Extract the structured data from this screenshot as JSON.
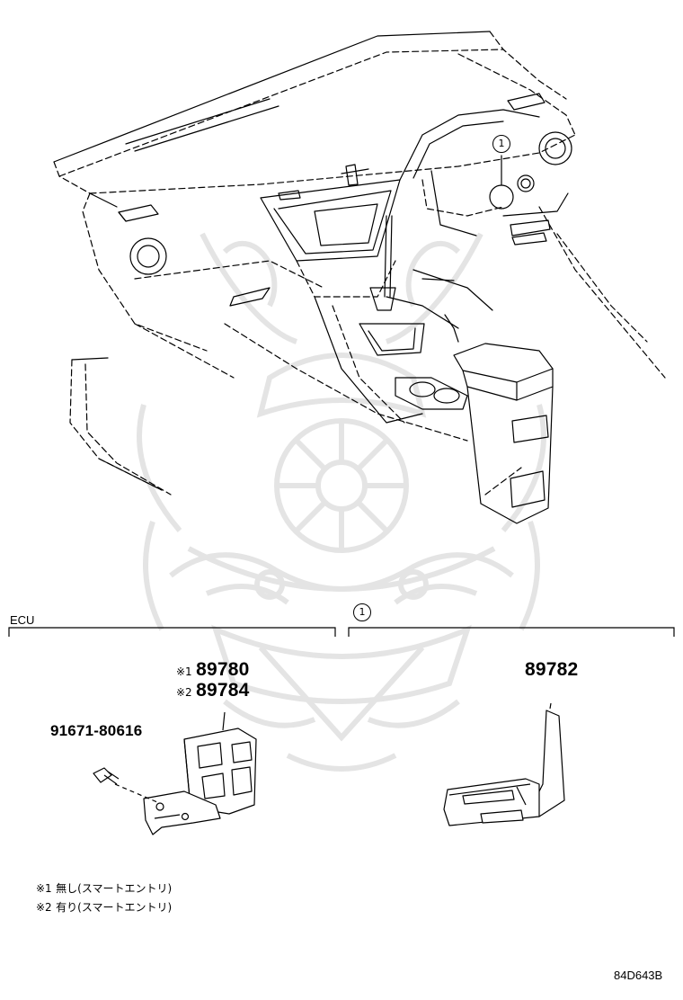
{
  "marker_symbol": "1",
  "sections": {
    "ecu_label": "ECU",
    "marker_label": "1"
  },
  "parts": {
    "ecu_with_note1": {
      "mark": "※1",
      "number": "89780"
    },
    "ecu_with_note2": {
      "mark": "※2",
      "number": "89784"
    },
    "bolt": {
      "number": "91671-80616"
    },
    "sensor": {
      "number": "89782"
    }
  },
  "notes": [
    {
      "mark": "※1",
      "text": "無し(スマートエントリ)"
    },
    {
      "mark": "※2",
      "text": "有り(スマートエントリ)"
    }
  ],
  "reference_code": "84D643B",
  "colors": {
    "line": "#000000",
    "watermark": "#e6e6e6",
    "background": "#ffffff"
  }
}
